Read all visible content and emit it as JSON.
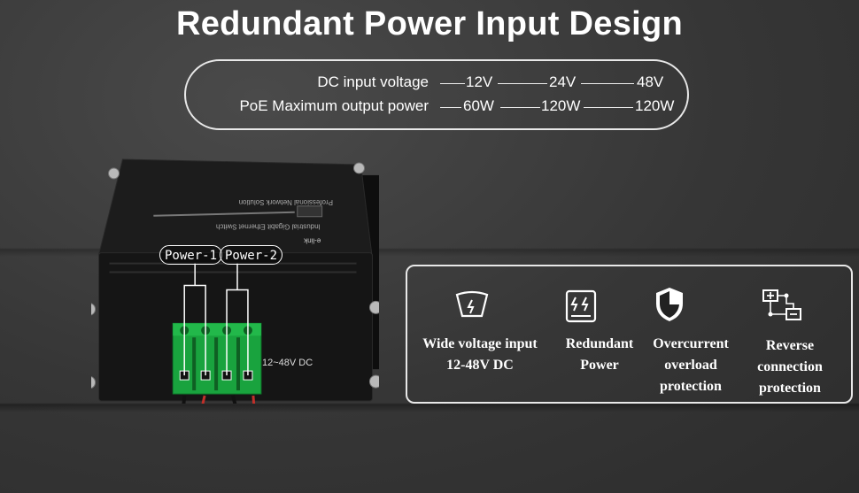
{
  "title": "Redundant Power Input Design",
  "spec_table": {
    "rows": [
      {
        "label": "DC input voltage",
        "values": [
          "12V",
          "24V",
          "48V"
        ]
      },
      {
        "label": "PoE Maximum output power",
        "values": [
          "60W",
          "120W",
          "120W"
        ]
      }
    ]
  },
  "device": {
    "brand": "e-link",
    "line1": "Industrial Gigabit Ethernet Switch",
    "line2": "Professional Network Solution",
    "power_labels": [
      "Power-1",
      "Power-2"
    ],
    "dc_label": "12~48V DC",
    "colors": {
      "terminal": "#19a33e",
      "body": "#141414",
      "wire_red": "#c0302a",
      "wire_black": "#111111"
    }
  },
  "features": [
    {
      "icon": "voltage-gauge-icon",
      "lines": [
        "Wide voltage input",
        "12-48V DC"
      ]
    },
    {
      "icon": "redundant-power-icon",
      "lines": [
        "Redundant",
        "Power"
      ]
    },
    {
      "icon": "shield-icon",
      "lines": [
        "Overcurrent",
        "overload",
        "protection"
      ]
    },
    {
      "icon": "reverse-connection-icon",
      "lines": [
        "Reverse",
        "connection",
        "protection"
      ]
    }
  ]
}
